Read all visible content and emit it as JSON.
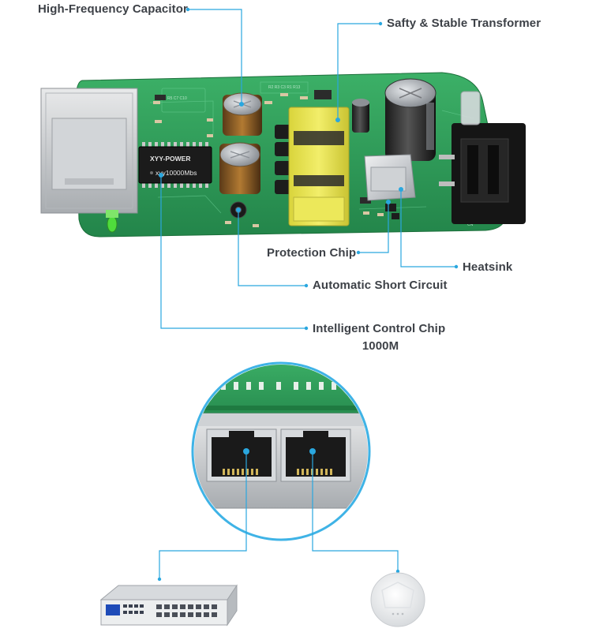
{
  "callouts": {
    "high_frequency_capacitor": "High-Frequency Capacitor",
    "safety_transformer": "Safty & Stable Transformer",
    "protection_chip": "Protection Chip",
    "heatsink": "Heatsink",
    "automatic_short_circuit": "Automatic Short Circuit",
    "intelligent_control_chip": "Intelligent Control Chip",
    "intelligent_control_chip_sub": "1000M"
  },
  "board": {
    "chip_brand": "XYY-POWER",
    "chip_model": "xyy10000Mbs"
  },
  "colors": {
    "pcb": "#2f9e58",
    "pcb_dark": "#1f7a41",
    "callout_line": "#2aa7df",
    "transformer": "#e6e24a",
    "label": "#3d4147",
    "zoom_ring": "#3fb3e6"
  },
  "icons": {
    "rj45": "rj45-port-icon",
    "switch": "network-switch-icon",
    "access_point": "ceiling-access-point-icon"
  }
}
